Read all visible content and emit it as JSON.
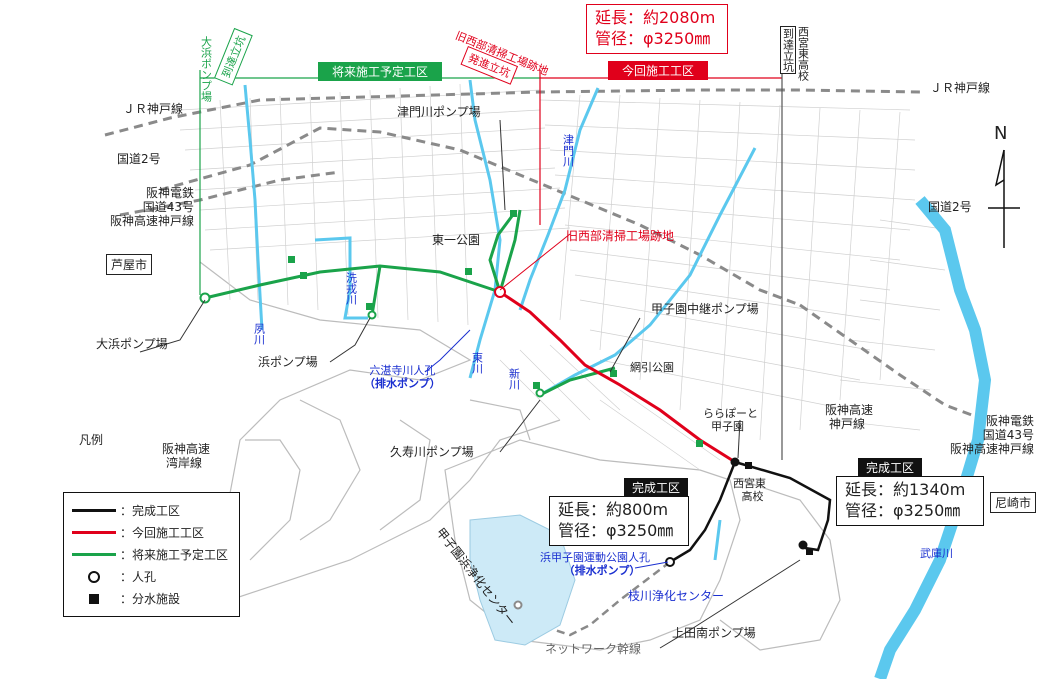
{
  "map": {
    "header": {
      "hama_pump": "大浜ポンプ場",
      "arrival_shaft_1": "到達立坑",
      "future_section": "将来施工予定工区",
      "former_site_title": "旧西部清掃工場跡地",
      "departure_shaft": "発進立坑",
      "current_section": "今回施工工区",
      "arrival_shaft_2": "到達立坑",
      "nishinomiya_higashi_hs": "西宮東高校",
      "spec_current_length": "延長：約2080m",
      "spec_current_diameter": "管径：φ3250㎜"
    },
    "railways": {
      "jr_left": "ＪＲ神戸線",
      "jr_right": "ＪＲ神戸線",
      "route2_left": "国道2号",
      "route2_right": "国道2号",
      "hanshin_left_1": "阪神電鉄",
      "hanshin_left_2": "国道43号",
      "hanshin_left_3": "阪神高速神戸線",
      "hanshin_exp_right_1": "阪神高速",
      "hanshin_exp_right_2": "神戸線",
      "hanshin_right_1": "阪神電鉄",
      "hanshin_right_2": "国道43号",
      "hanshin_right_3": "阪神高速神戸線",
      "bayshore_1": "阪神高速",
      "bayshore_2": "湾岸線",
      "network_trunk": "ネットワーク幹線"
    },
    "places": {
      "ashiya": "芦屋市",
      "amagasaki": "尼崎市",
      "higashi_ichi_park": "東一公園",
      "former_site": "旧西部清掃工場跡地",
      "tsumongawa_pump": "津門川ポンプ場",
      "koshien_relay_pump": "甲子園中継ポンプ場",
      "amibiki_park": "網引公園",
      "lalaport_1": "ららぽーと",
      "lalaport_2": "甲子園",
      "nishinomiya_hs_1": "西宮東",
      "nishinomiya_hs_2": "高校",
      "ohama_pump": "大浜ポンプ場",
      "hama_pump": "浜ポンプ場",
      "kuzugawa_pump": "久寿川ポンプ場",
      "edagawa_center": "枝川浄化センター",
      "koshienhama_center": "甲子園浜浄化センター",
      "ueda_minami_pump": "上田南ポンプ場",
      "rokutanji_1": "六湛寺川人孔",
      "rokutanji_2": "（排水ポンプ）",
      "koshienhama_park_1": "浜甲子園運動公園人孔",
      "koshienhama_park_2": "（排水ポンプ）"
    },
    "rivers": {
      "shukugawa": "夙川",
      "araigawa": "洗戎川",
      "tsumongawa": "津門川",
      "higashikawa": "東川",
      "shinkawa": "新川",
      "mukogawa": "武庫川"
    },
    "completed": {
      "tag_center": "完成工区",
      "center_length": "延長：約800m",
      "center_diameter": "管径：φ3250㎜",
      "tag_right": "完成工区",
      "right_length": "延長：約1340m",
      "right_diameter": "管径：φ3250㎜"
    },
    "north": "N",
    "legend": {
      "title": "凡例",
      "completed": "：完成工区",
      "current": "：今回施工工区",
      "future": "：将来施工予定工区",
      "manhole": "：人孔",
      "diversion": "：分水施設"
    },
    "colors": {
      "completed": "#111111",
      "current": "#e0001b",
      "future": "#1aa34a",
      "river": "#5bc8ee",
      "label_blue": "#1a2fd0"
    }
  }
}
